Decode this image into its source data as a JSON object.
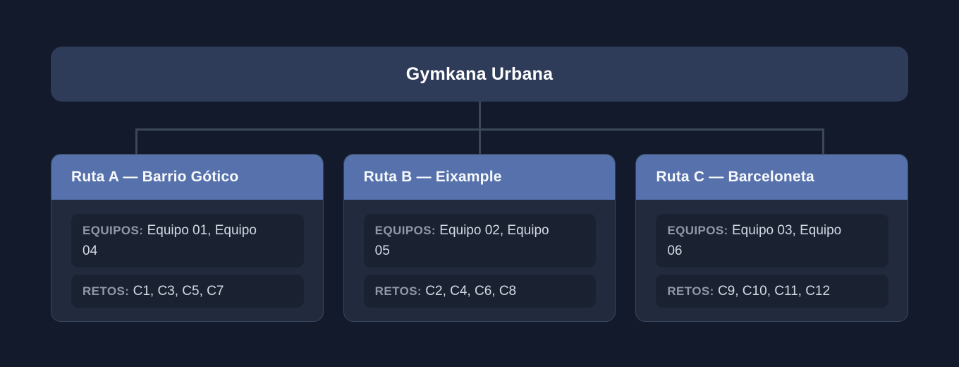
{
  "diagram": {
    "root": {
      "title": "Gymkana Urbana"
    },
    "routes": [
      {
        "title": "Ruta A — Barrio Gótico",
        "teams_label": "EQUIPOS:",
        "teams": "Equipo 01, Equipo 04",
        "challenges_label": "RETOS:",
        "challenges": "C1, C3, C5, C7"
      },
      {
        "title": "Ruta B — Eixample",
        "teams_label": "EQUIPOS:",
        "teams": "Equipo 02, Equipo 05",
        "challenges_label": "RETOS:",
        "challenges": "C2, C4, C6, C8"
      },
      {
        "title": "Ruta C — Barceloneta",
        "teams_label": "EQUIPOS:",
        "teams": "Equipo 03, Equipo 06",
        "challenges_label": "RETOS:",
        "challenges": "C9, C10, C11, C12"
      }
    ],
    "colors": {
      "page_background": "#121a2b",
      "root_node_fill": "#2e3b59",
      "route_header_fill": "#5671ab",
      "card_body_fill": "#222b3d",
      "inner_box_fill": "#1a2232",
      "connector": "#3c4759",
      "label_text": "#9098a9",
      "value_text": "#d4d8e2"
    }
  }
}
